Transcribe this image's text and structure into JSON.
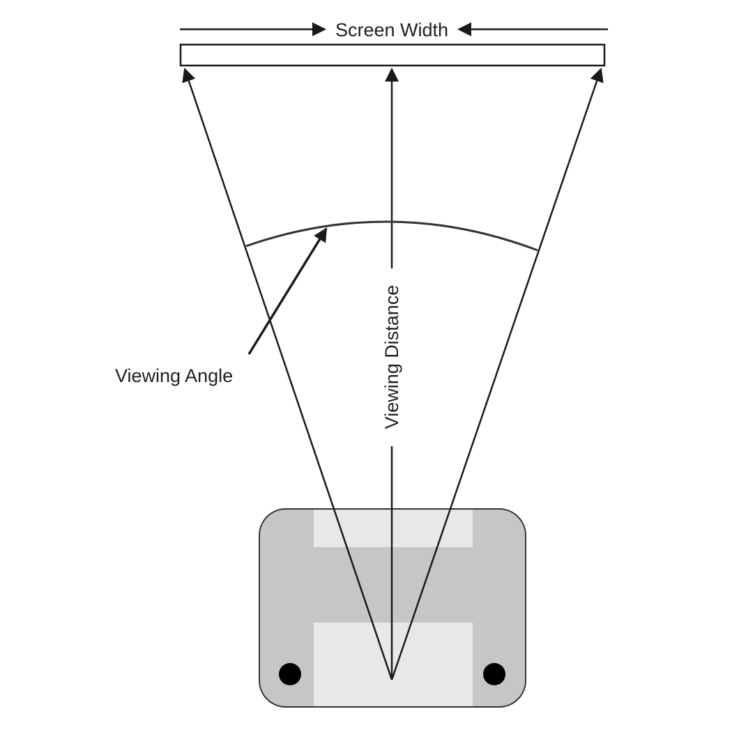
{
  "labels": {
    "screen_width": "Screen Width",
    "viewing_distance": "Viewing Distance",
    "viewing_angle": "Viewing Angle"
  },
  "colors": {
    "line": "#1a1a1a",
    "seat_body": "#c6c6c6",
    "seat_highlight": "#e8e8e8",
    "seat_outline": "#333333",
    "seat_dot": "#000000",
    "background": "#ffffff"
  },
  "icons": {
    "speaker_left": "circle",
    "speaker_right": "circle"
  }
}
